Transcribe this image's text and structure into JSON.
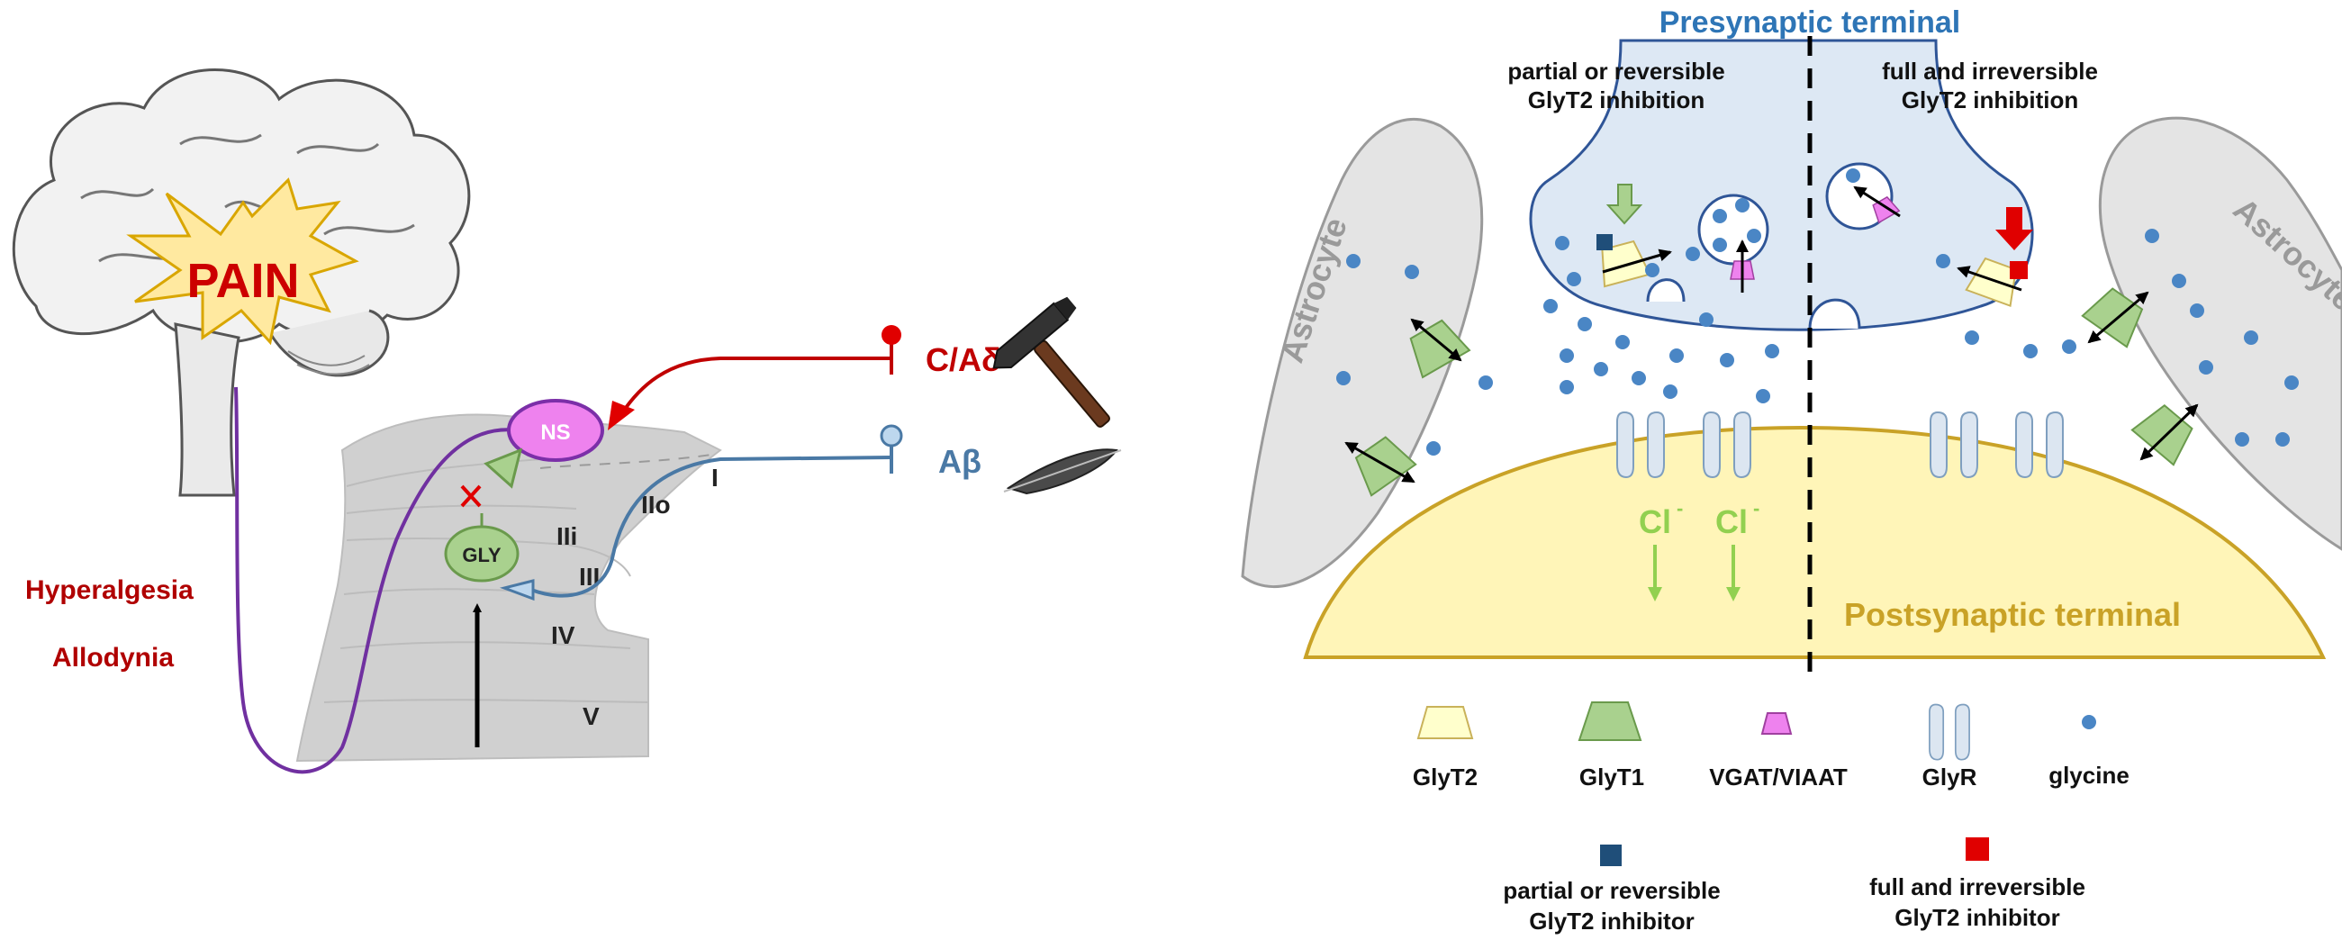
{
  "left_panel": {
    "pain_label": "PAIN",
    "symptom_1": "Hyperalgesia",
    "symptom_2": "Allodynia",
    "fiber_c_label": "C/Aδ",
    "fiber_ab_label": "Aβ",
    "ns_label": "NS",
    "gly_label": "GLY",
    "laminae": [
      "I",
      "IIo",
      "IIi",
      "III",
      "IV",
      "V"
    ],
    "colors": {
      "pain_text": "#cc0000",
      "star_fill": "#ffe9a0",
      "c_fiber": "#c00000",
      "ab_fiber": "#4a79a5",
      "ns_fill": "#ee82ee",
      "ns_stroke": "#7b2fa8",
      "gly_fill": "#a9d18e",
      "tract": "#7030a0",
      "cord": "#d0d0d0"
    },
    "icons": [
      "brain-icon",
      "hammer-icon",
      "feather-icon"
    ]
  },
  "right_panel": {
    "title": "Presynaptic terminal",
    "left_condition": [
      "partial or reversible",
      "GlyT2 inhibition"
    ],
    "right_condition": [
      "full and irreversible",
      "GlyT2 inhibition"
    ],
    "astrocyte_label": "Astrocyte",
    "post_label": "Postsynaptic terminal",
    "chloride_label": "Cl",
    "chloride_sup": "-",
    "legend": [
      {
        "label": "GlyT2",
        "icon": "glyt2-icon"
      },
      {
        "label": "GlyT1",
        "icon": "glyt1-icon"
      },
      {
        "label": "VGAT/VIAAT",
        "icon": "vgat-icon"
      },
      {
        "label": "GlyR",
        "icon": "glyr-icon"
      },
      {
        "label": "glycine",
        "icon": "glycine-icon"
      }
    ],
    "inhibitor_legend": [
      {
        "lines": [
          "partial or reversible",
          "GlyT2 inhibitor"
        ],
        "color": "#1f4e79"
      },
      {
        "lines": [
          "full and irreversible",
          "GlyT2 inhibitor"
        ],
        "color": "#e00000"
      }
    ],
    "colors": {
      "title": "#2e75b6",
      "pre_fill": "#dde8f4",
      "pre_stroke": "#2f5597",
      "post_fill": "#fff5b8",
      "post_stroke": "#c9a227",
      "post_text": "#c9a227",
      "astro_fill": "#e4e4e4",
      "astro_text": "#9a9a9a",
      "glyt2_fill": "#ffffcc",
      "glyt1_fill": "#a9d18e",
      "vgat_fill": "#ee82ee",
      "glyr_fill": "#dce6f1",
      "glycine": "#4a86c5",
      "chloride": "#92d050"
    }
  }
}
